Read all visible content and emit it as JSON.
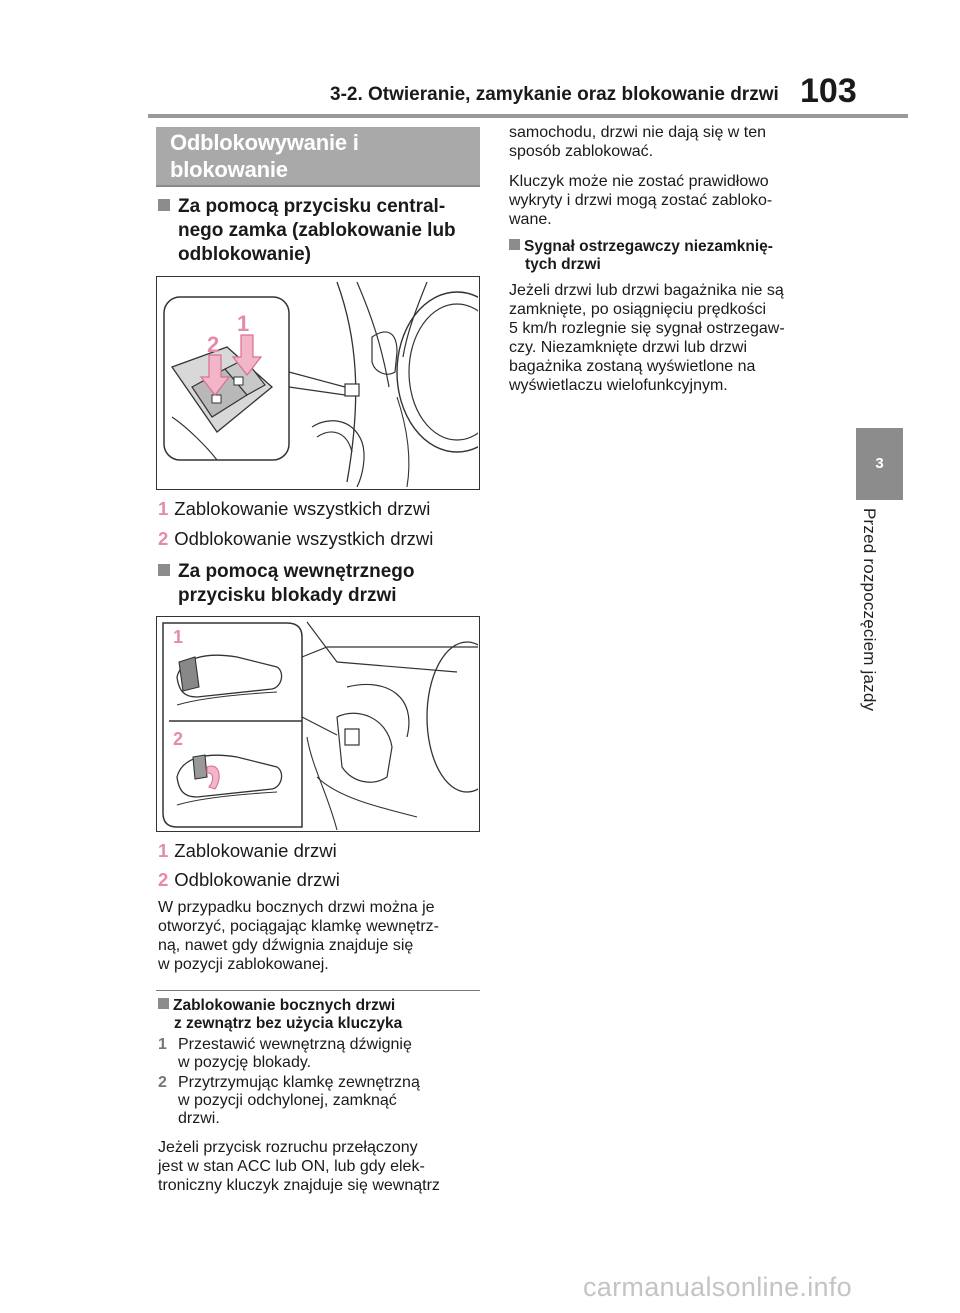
{
  "header": {
    "section_title": "3-2. Otwieranie, zamykanie oraz blokowanie drzwi",
    "page_number": "103"
  },
  "side_tab": {
    "chapter_number": "3",
    "chapter_title": "Przed rozpoczęciem jazdy"
  },
  "section": {
    "title_line1": "Odblokowywanie i blokowanie",
    "title_line2": "drzwi od wewnątrz"
  },
  "left": {
    "heading1": {
      "l1": "Za pomocą przycisku central-",
      "l2": "nego zamka (zablokowanie lub",
      "l3": "odblokowanie)"
    },
    "figure1": {
      "callout1": "1",
      "callout2": "2"
    },
    "legend1": [
      {
        "num": "1",
        "text": "Zablokowanie wszystkich drzwi"
      },
      {
        "num": "2",
        "text": "Odblokowanie wszystkich drzwi"
      }
    ],
    "heading2": {
      "l1": "Za pomocą wewnętrznego",
      "l2": "przycisku blokady drzwi"
    },
    "figure2": {
      "callout1": "1",
      "callout2": "2"
    },
    "legend2": [
      {
        "num": "1",
        "text": "Zablokowanie drzwi"
      },
      {
        "num": "2",
        "text": "Odblokowanie drzwi"
      }
    ],
    "para1": {
      "l1": "W przypadku bocznych drzwi można je",
      "l2": "otworzyć, pociągając klamkę wewnętrz-",
      "l3": "ną, nawet gdy dźwignia znajduje się",
      "l4": "w pozycji zablokowanej."
    },
    "heading3": {
      "l1": "Zablokowanie bocznych drzwi",
      "l2": "z zewnątrz bez użycia kluczyka"
    },
    "steps": [
      {
        "num": "1",
        "l1": "Przestawić wewnętrzną dźwignię",
        "l2": "w pozycję blokady."
      },
      {
        "num": "2",
        "l1": "Przytrzymując klamkę zewnętrzną",
        "l2": "w pozycji odchylonej, zamknąć",
        "l3": "drzwi."
      }
    ],
    "para2": {
      "l1": "Jeżeli przycisk rozruchu przełączony",
      "l2": "jest w stan ACC lub ON, lub gdy elek-",
      "l3": "troniczny kluczyk znajduje się wewnątrz"
    }
  },
  "right": {
    "para1": {
      "l1": "samochodu, drzwi nie dają się w ten",
      "l2": "sposób zablokować."
    },
    "para2": {
      "l1": "Kluczyk może nie zostać prawidłowo",
      "l2": "wykryty i drzwi mogą zostać zabloko-",
      "l3": "wane."
    },
    "heading": {
      "l1": "Sygnał ostrzegawczy niezamknię-",
      "l2": "tych drzwi"
    },
    "para3": {
      "l1": "Jeżeli drzwi lub drzwi bagażnika nie są",
      "l2": "zamknięte, po osiągnięciu prędkości",
      "l3": "5 km/h rozlegnie się sygnał ostrzegaw-",
      "l4": "czy. Niezamknięte drzwi lub drzwi",
      "l5": "bagażnika zostaną wyświetlone na",
      "l6": "wyświetlaczu wielofunkcyjnym."
    }
  },
  "watermark": "carmanualsonline.info",
  "colors": {
    "accent_pink": "#e58aa8",
    "gray_box": "#a9a9a9",
    "tab_gray": "#8c8c8c"
  }
}
